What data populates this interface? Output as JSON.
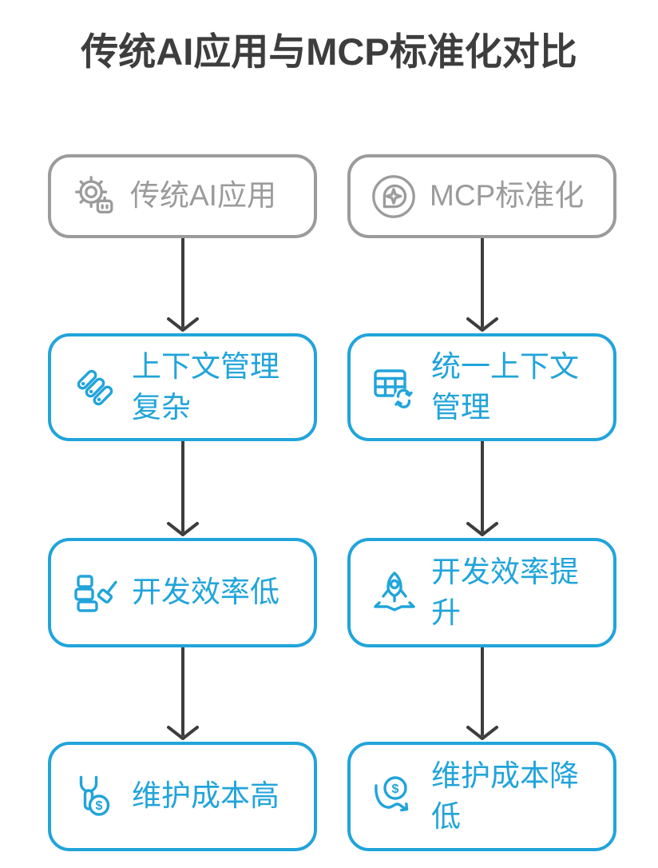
{
  "title": "传统AI应用与MCP标准化对比",
  "colors": {
    "accent_blue": "#21A4DA",
    "neutral_gray": "#9B9B9B",
    "arrow_dark": "#3D3D3D",
    "background": "#FFFFFF"
  },
  "icons": {
    "dollar_glyph": "$"
  },
  "columns": {
    "left": {
      "header": {
        "label": "传统AI应用",
        "icon": "gear-robot-icon"
      },
      "steps": [
        {
          "label": "上下文管理复杂",
          "icon": "stacked-context-icon"
        },
        {
          "label": "开发效率低",
          "icon": "blocks-brush-icon"
        },
        {
          "label": "维护成本高",
          "icon": "wrench-cost-icon"
        }
      ]
    },
    "right": {
      "header": {
        "label": "MCP标准化",
        "icon": "mcp-badge-icon"
      },
      "steps": [
        {
          "label": "统一上下文管理",
          "icon": "table-sync-icon"
        },
        {
          "label": "开发效率提升",
          "icon": "rocket-launch-icon"
        },
        {
          "label": "维护成本降低",
          "icon": "dollar-decrease-icon"
        }
      ]
    }
  }
}
